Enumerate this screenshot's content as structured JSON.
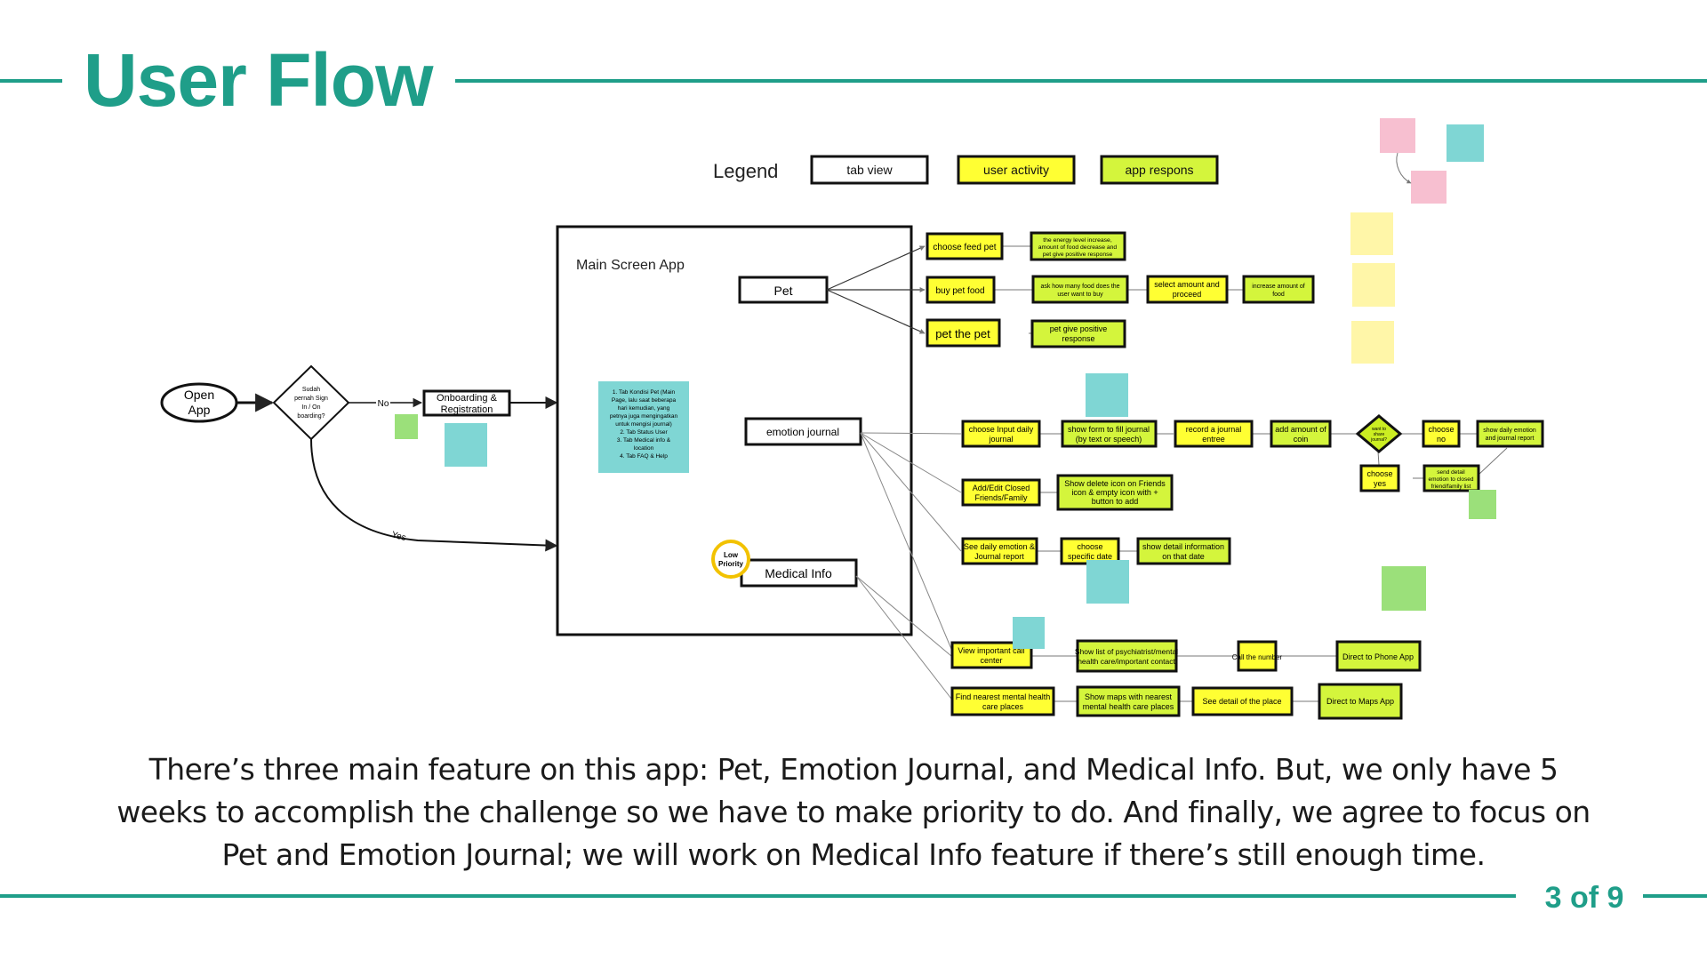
{
  "slide": {
    "title": "User Flow",
    "caption": "There’s three main feature on this app: Pet, Emotion Journal, and Medical Info. But, we only have 5 weeks to accomplish the challenge so we have to make priority to do. And finally, we agree to focus on Pet and Emotion Journal; we will work on Medical Info feature if there’s still enough time.",
    "page": "3 of 9",
    "accent_color": "#1f9e89"
  },
  "colors": {
    "tab_view": "#ffffff",
    "user_activity": "#ffff33",
    "app_respons": "#d4f53c",
    "note_teal": "#7fd6d4",
    "note_green": "#9be07a",
    "note_pink": "#f7bfd0",
    "note_yellow": "#fff6a8",
    "priority_ring": "#f2c200"
  },
  "legend": {
    "label": "Legend",
    "tab_view": "tab view",
    "user_activity": "user activity",
    "app_respons": "app respons"
  },
  "diagram": {
    "start": [
      "Open",
      "App"
    ],
    "decision": [
      "Sudah",
      "pernah Sign",
      "In / On",
      "boarding?"
    ],
    "no_label": "No",
    "yes_label": "Yes",
    "onboarding": [
      "Onboarding &",
      "Registration"
    ],
    "main_screen": "Main Screen App",
    "main_note": [
      "1. Tab Kondisi Pet (Main",
      "Page, lalu saat beberapa",
      "hari kemudian, yang",
      "petnya juga mengingatkan",
      "untuk mengisi journal)",
      "2. Tab Status User",
      "3. Tab Medical info &",
      "location",
      "4. Tab FAQ & Help"
    ],
    "tabs": {
      "pet": "Pet",
      "emotion_journal": "emotion journal",
      "medical_info": "Medical Info"
    },
    "low_priority": [
      "Low",
      "Priority"
    ],
    "pet_flow": {
      "choose_feed_pet": "choose feed pet",
      "energy_response": [
        "the energy level increase,",
        "amount of food decrease and",
        "pet give positive response"
      ],
      "buy_pet_food": "buy pet food",
      "ask_how_many": [
        "ask how many food does the",
        "user want to buy"
      ],
      "select_amount": [
        "select amount and",
        "proceed"
      ],
      "increase_food": [
        "increase amount of",
        "food"
      ],
      "pet_the_pet": "pet the pet",
      "pet_positive": [
        "pet give positive",
        "response"
      ]
    },
    "journal_flow": {
      "choose_input": [
        "choose Input daily",
        "journal"
      ],
      "show_form": [
        "show form to fill journal",
        "(by text or speech)"
      ],
      "record_entree": [
        "record a journal",
        "entree"
      ],
      "add_coin": [
        "add amount of",
        "coin"
      ],
      "want_to_share": [
        "want to",
        "share",
        "journal?"
      ],
      "choose_no": [
        "choose",
        "no"
      ],
      "show_daily_emotion": [
        "show daily emotion",
        "and journal report"
      ],
      "choose_yes": [
        "choose",
        "yes"
      ],
      "send_detail": [
        "send detail",
        "emotion to closed",
        "friend/family list"
      ],
      "add_edit_closed": [
        "Add/Edit Closed",
        "Friends/Family"
      ],
      "show_delete_icon": [
        "Show delete icon on Friends",
        "icon & empty icon with +",
        "button to add"
      ],
      "see_daily_emotion": [
        "See daily emotion &",
        "Journal report"
      ],
      "choose_date": [
        "choose",
        "specific date"
      ],
      "show_detail_date": [
        "show detail information",
        "on that date"
      ]
    },
    "medical_flow": {
      "view_call_center": [
        "View important call",
        "center"
      ],
      "show_list_contacts": [
        "Show list of psychiatrist/mental",
        "health care/important contact"
      ],
      "call_number": "Call the number",
      "direct_phone": "Direct to Phone App",
      "find_places": [
        "Find nearest mental health",
        "care places"
      ],
      "show_maps": [
        "Show maps with nearest",
        "mental health care places"
      ],
      "see_place_detail": "See detail of the place",
      "direct_maps": "Direct to Maps App"
    }
  }
}
